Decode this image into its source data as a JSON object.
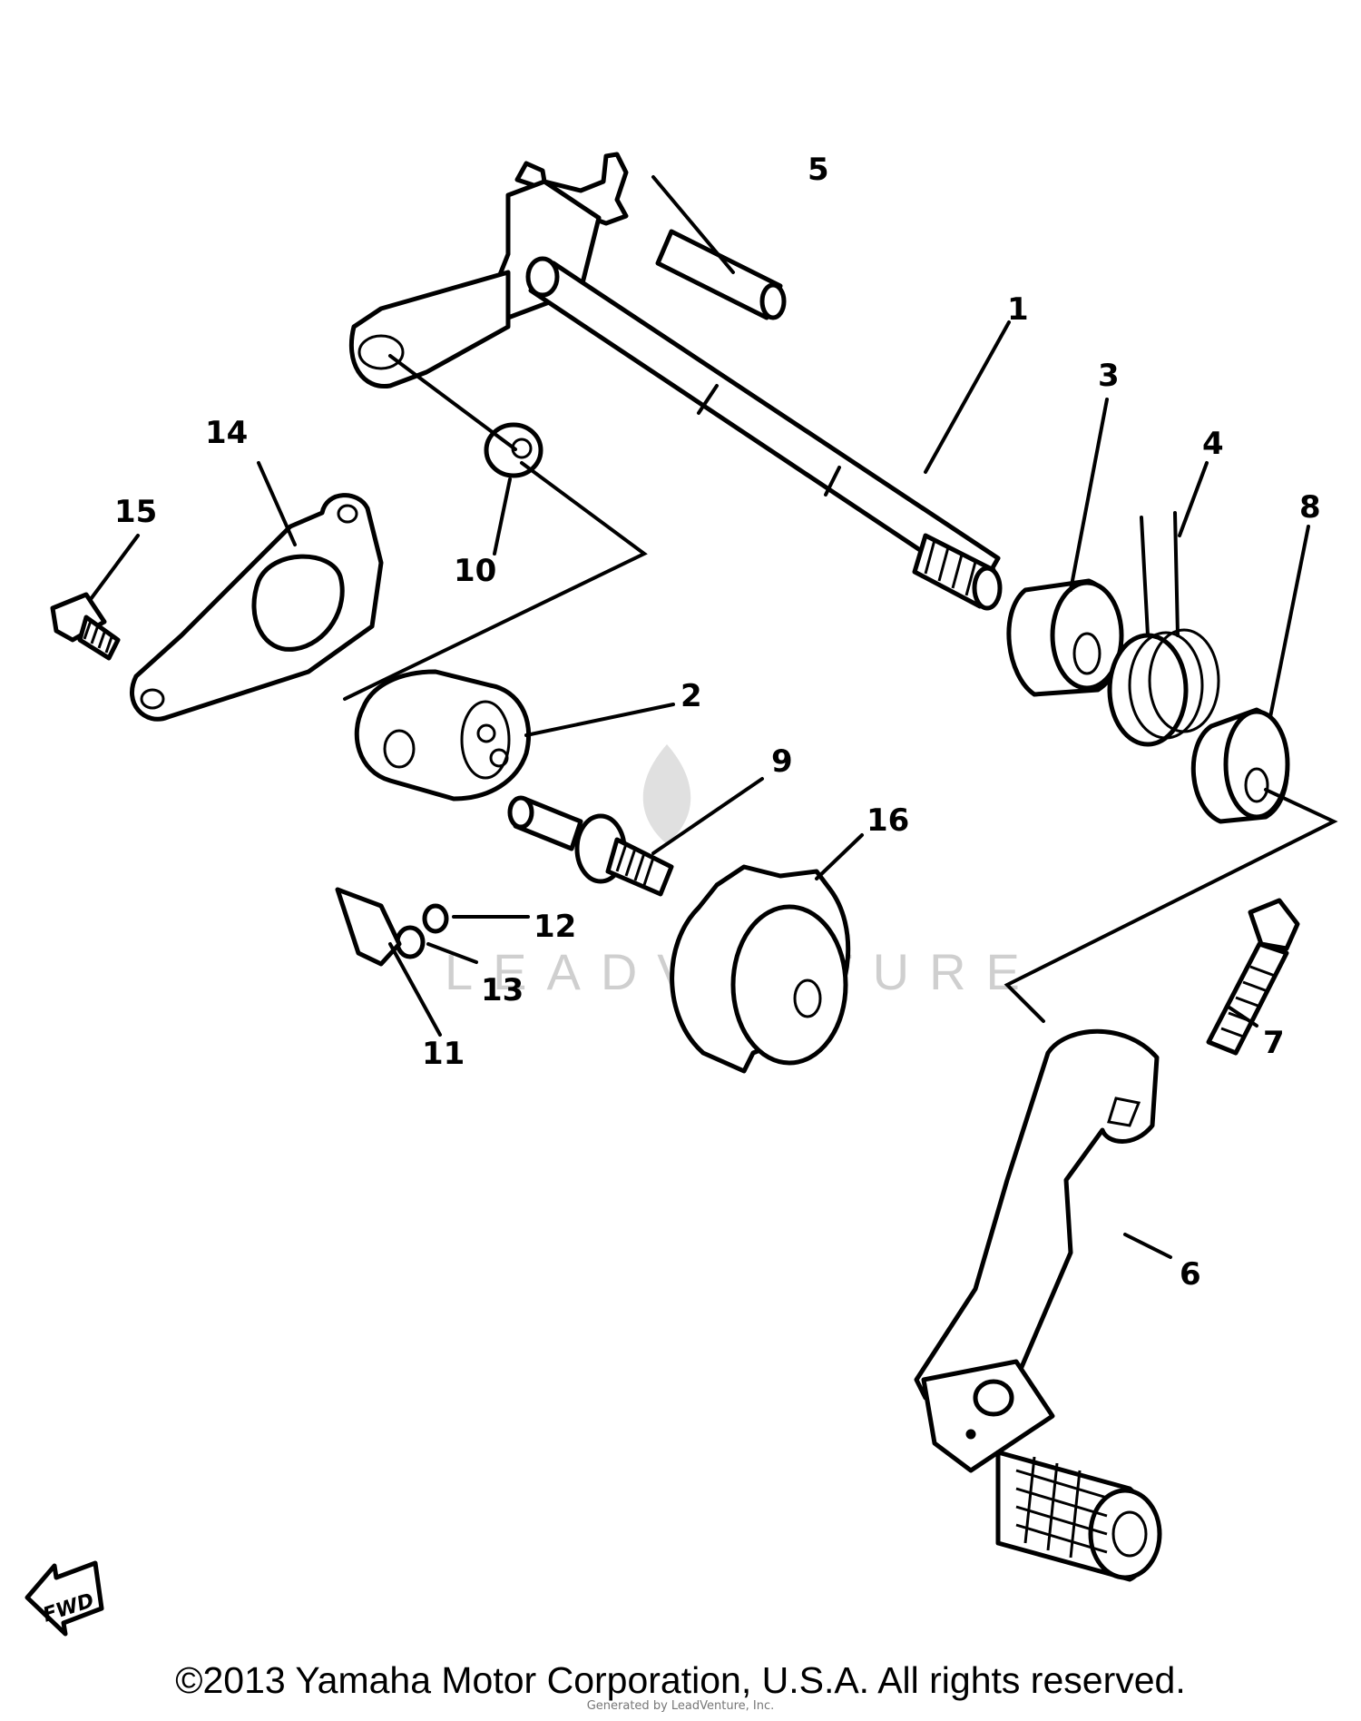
{
  "diagram": {
    "part_numbers": {
      "p1": "1",
      "p2": "2",
      "p3": "3",
      "p4": "4",
      "p5": "5",
      "p6": "6",
      "p7": "7",
      "p8": "8",
      "p9": "9",
      "p10": "10",
      "p11": "11",
      "p12": "12",
      "p13": "13",
      "p14": "14",
      "p15": "15",
      "p16": "16"
    },
    "fwd_label": "FWD",
    "watermark": "LEADVENTURE",
    "copyright": "©2013 Yamaha Motor Corporation, U.S.A. All rights reserved.",
    "footer_credit": "Generated by LeadVenture, Inc."
  }
}
